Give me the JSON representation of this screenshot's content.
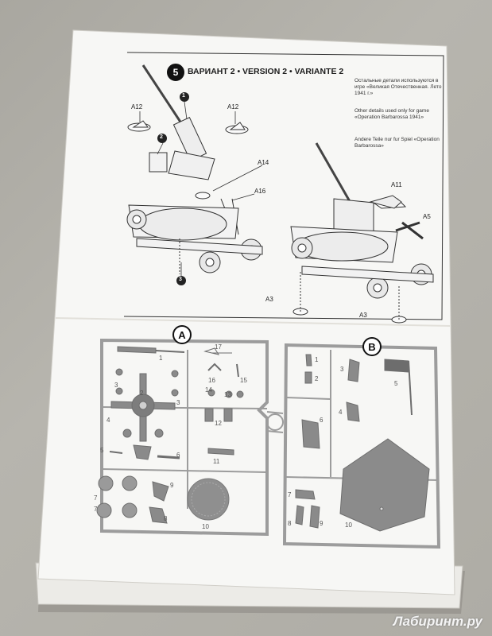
{
  "step": {
    "number": "5",
    "title": "ВАРИАНТ 2 • VERSION 2 • VARIANTE 2"
  },
  "notes": {
    "ru": "Остальные детали используются в игре «Великая Отечественная. Лето 1941 г.»",
    "en": "Other details used only for game «Operation Barbarossa 1941»",
    "de": "Andere Teile nur fur Spiel «Operation Barbarossa»"
  },
  "callouts": {
    "c1": "1",
    "c2": "2",
    "c3": "3",
    "a12_left": "A12",
    "a12_right": "A12",
    "a14": "A14",
    "a16": "A16",
    "a11": "A11",
    "a5": "A5",
    "a3_left": "A3",
    "a3_right": "A3"
  },
  "sprue_a": {
    "letter": "A",
    "labels": [
      "1",
      "17",
      "16",
      "15",
      "3",
      "2",
      "14",
      "13",
      "3",
      "4",
      "12",
      "5",
      "6",
      "11",
      "7",
      "9",
      "7",
      "8",
      "10"
    ]
  },
  "sprue_b": {
    "letter": "B",
    "labels": [
      "1",
      "3",
      "2",
      "5",
      "4",
      "6",
      "7",
      "8",
      "9",
      "10"
    ]
  },
  "watermark": "Лабиринт.ру",
  "colors": {
    "background": "#aeaca5",
    "paper": "#f7f7f5",
    "sprue": "#9c9c9c",
    "ink": "#1c1c1c"
  }
}
